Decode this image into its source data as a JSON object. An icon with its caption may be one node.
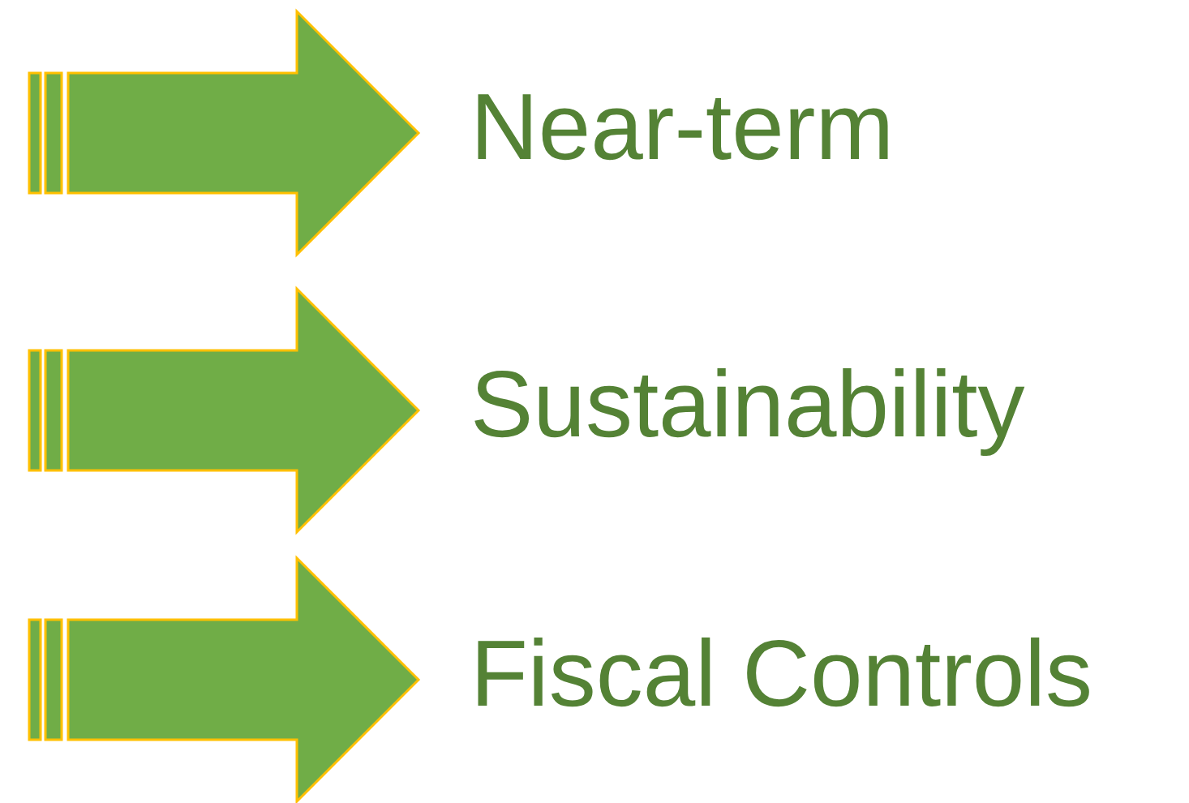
{
  "diagram": {
    "labels": [
      "Near-term",
      "Sustainability",
      "Fiscal Controls"
    ]
  }
}
